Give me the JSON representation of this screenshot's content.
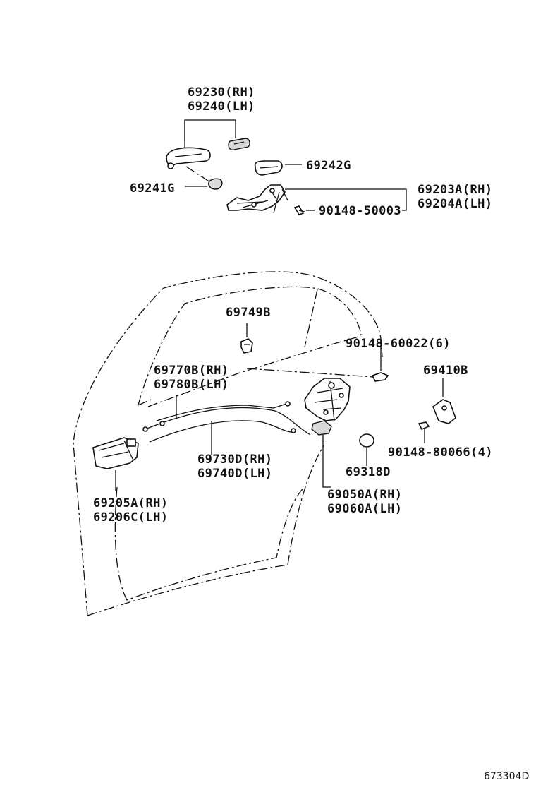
{
  "diagram": {
    "labels": {
      "p69230": "69230(RH)",
      "p69240": "69240(LH)",
      "p69242G": "69242G",
      "p69241G": "69241G",
      "p69203A": "69203A(RH)",
      "p69204A": "69204A(LH)",
      "p90148_50003": "90148-50003",
      "p69749B": "69749B",
      "p90148_60022": "90148-60022(6)",
      "p69770B": "69770B(RH)",
      "p69780B": "69780B(LH)",
      "p69410B": "69410B",
      "p69730D": "69730D(RH)",
      "p69740D": "69740D(LH)",
      "p90148_80066": "90148-80066(4)",
      "p69318D": "69318D",
      "p69205A": "69205A(RH)",
      "p69206C": "69206C(LH)",
      "p69050A": "69050A(RH)",
      "p69060A": "69060A(LH)"
    },
    "drawing_code": "673304D"
  }
}
